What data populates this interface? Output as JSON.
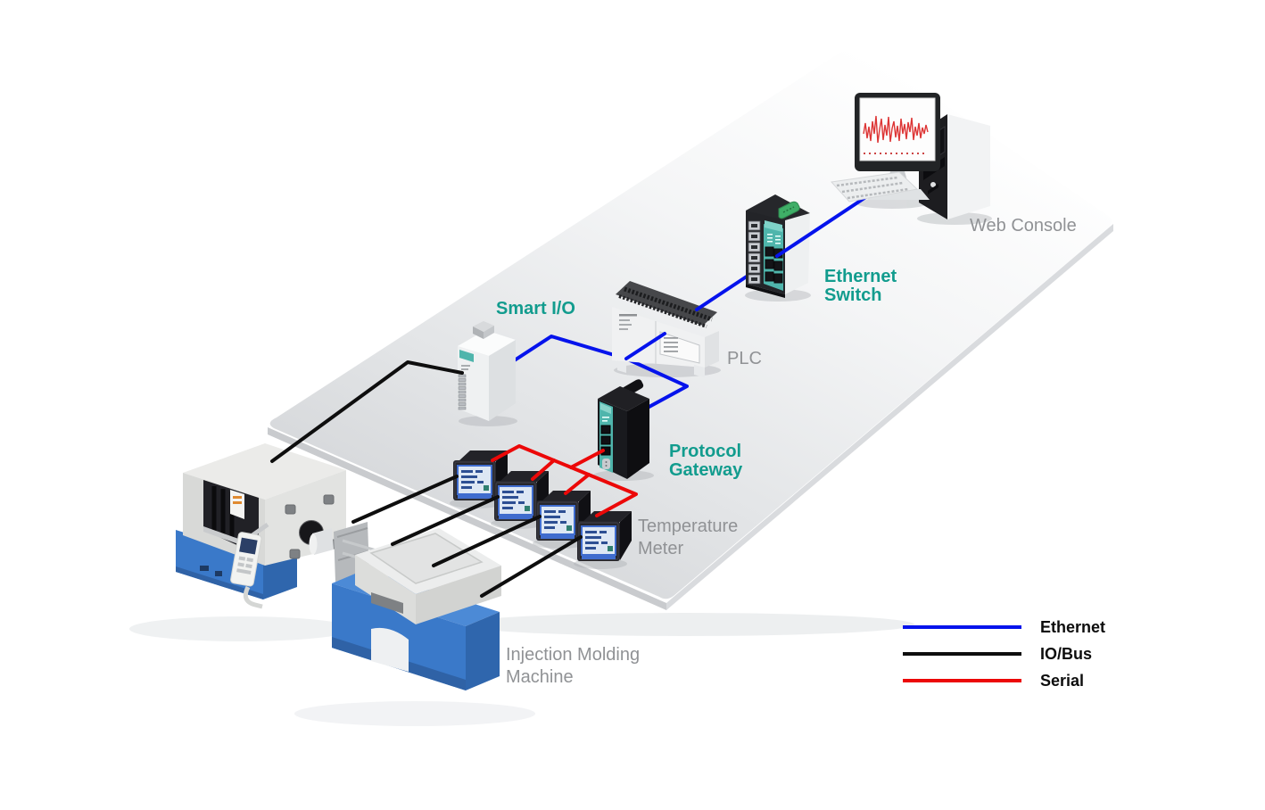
{
  "nodes": {
    "web_console": {
      "label": "Web Console"
    },
    "ethernet_switch": {
      "line1": "Ethernet",
      "line2": "Switch"
    },
    "plc": {
      "label": "PLC"
    },
    "smart_io": {
      "label": "Smart I/O"
    },
    "protocol_gateway": {
      "line1": "Protocol",
      "line2": "Gateway"
    },
    "temperature_meter": {
      "line1": "Temperature",
      "line2": "Meter"
    },
    "injection_molding_machine": {
      "line1": "Injection Molding",
      "line2": "Machine"
    }
  },
  "legend": {
    "items": [
      {
        "label": "Ethernet",
        "color": "#0513ec"
      },
      {
        "label": "IO/Bus",
        "color": "#0e0e0e"
      },
      {
        "label": "Serial",
        "color": "#ec0808"
      }
    ]
  },
  "colors": {
    "accent_teal": "#129c8e",
    "label_gray": "#909295",
    "ethernet_blue": "#0513ec",
    "iobus_black": "#0e0e0e",
    "serial_red": "#ec0808"
  },
  "connections": [
    {
      "from": "injection_molding_machine",
      "to": "smart_io",
      "type": "IO/Bus"
    },
    {
      "from": "injection_molding_machine",
      "to": "temperature_meter",
      "type": "IO/Bus",
      "count": 4
    },
    {
      "from": "temperature_meter",
      "to": "protocol_gateway",
      "type": "Serial"
    },
    {
      "from": "smart_io",
      "to": "plc",
      "type": "Ethernet"
    },
    {
      "from": "protocol_gateway",
      "to": "plc",
      "type": "Ethernet"
    },
    {
      "from": "plc",
      "to": "ethernet_switch",
      "type": "Ethernet"
    },
    {
      "from": "ethernet_switch",
      "to": "web_console",
      "type": "Ethernet"
    }
  ]
}
